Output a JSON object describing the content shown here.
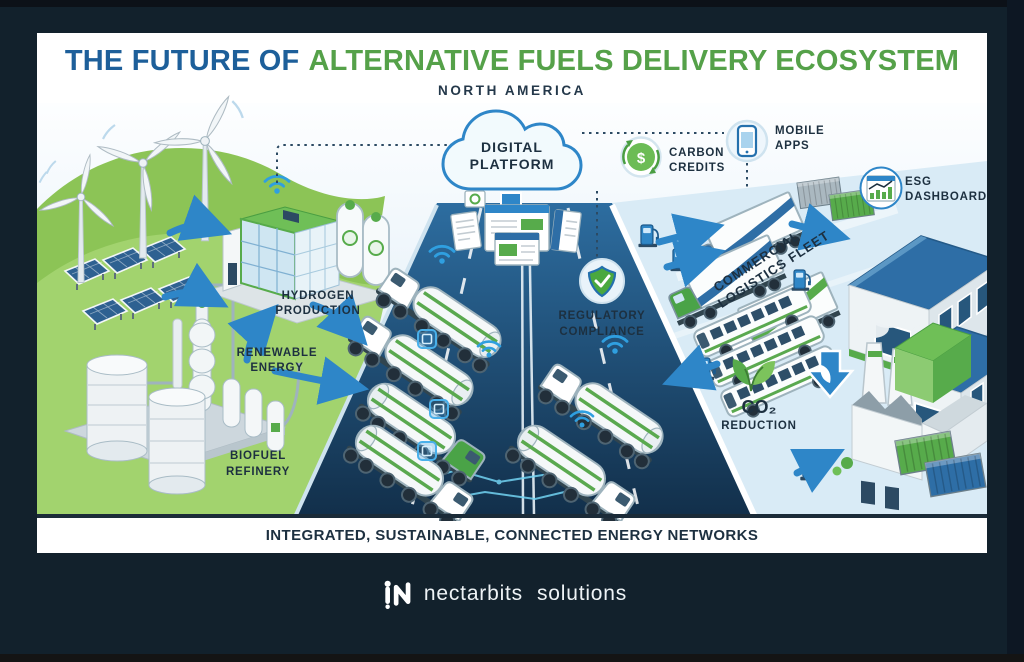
{
  "colors": {
    "page_bg": "#12212c",
    "card_bg": "#ffffff",
    "title_blue": "#1d5f9a",
    "title_green": "#55a149",
    "navy_text": "#1d3040",
    "arrow_blue": "#2e86c8",
    "road_blue": "#1d4a70",
    "hill_green": "#8cc456",
    "accent_green": "#57ab4b"
  },
  "header": {
    "title_part1": "THE FUTURE OF",
    "title_part2": "ALTERNATIVE FUELS DELIVERY ECOSYSTEM",
    "subtitle": "NORTH AMERICA"
  },
  "labels": {
    "hydrogen_production": {
      "l1": "HYDROGEN",
      "l2": "PRODUCTION"
    },
    "renewable_energy": {
      "l1": "RENEWABLE",
      "l2": "ENERGY"
    },
    "biofuel_refinery": {
      "l1": "BIOFUEL",
      "l2": "REFINERY"
    },
    "digital_platform": {
      "l1": "DIGITAL",
      "l2": "PLATFORM"
    },
    "regulatory_compliance": {
      "l1": "REGULATORY",
      "l2": "COMPLIANCE"
    },
    "carbon_credits": {
      "l1": "CARBON",
      "l2": "CREDITS"
    },
    "mobile_apps": {
      "l1": "MOBILE",
      "l2": "APPS"
    },
    "esg_dashboards": {
      "l1": "ESG",
      "l2": "DASHBOARDS"
    },
    "commercial_logistics_fleet": {
      "l1": "COMMERCIAL",
      "l2": "LOGISTICS FLEET"
    },
    "co2_reduction": {
      "l1": "CO₂",
      "l2": "REDUCTION"
    }
  },
  "band": {
    "tagline": "INTEGRATED, SUSTAINABLE, CONNECTED ENERGY NETWORKS"
  },
  "brand": {
    "name1": "nectarbits",
    "name2": "solutions"
  },
  "icons": {
    "dollar_glyph": "$",
    "check_glyph": "✓",
    "wifi_icon": "signal-arcs",
    "cloud_icon": "cloud",
    "shield_icon": "shield-check",
    "phone_icon": "smartphone",
    "chart_icon": "bar-chart",
    "leaf_icon": "leaves",
    "pump_icon": "fuel-pump"
  }
}
